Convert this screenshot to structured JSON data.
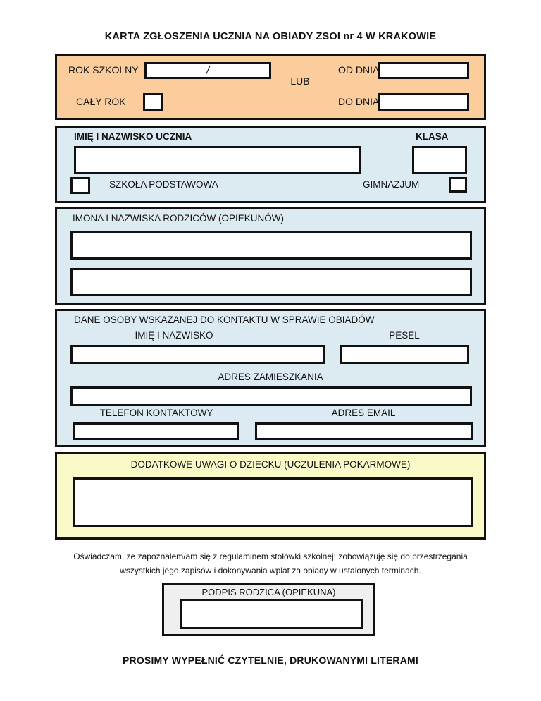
{
  "page": {
    "title": "KARTA ZGŁOSZENIA UCZNIA NA OBIADY ZSOI nr 4 W KRAKOWIE",
    "declaration": "Oświadczam, ze zapoznałem/am się z regulaminem stołówki szkolnej; zobowiązuję się do przestrzegania wszystkich jego zapisów i dokonywania wpłat za obiady w ustalonych terminach.",
    "footer": "PROSIMY WYPEŁNIĆ CZYTELNIE, DRUKOWANYMI LITERAMI"
  },
  "colors": {
    "period_bg": "#fbcd9d",
    "student_bg": "#dcebf2",
    "notes_bg": "#fafac8",
    "signature_bg": "#efefef",
    "border": "#111111"
  },
  "period": {
    "school_year_label": "ROK SZKOLNY",
    "school_year_value": "/",
    "or_label": "LUB",
    "full_year_label": "CAŁY ROK",
    "from_label": "OD DNIA:",
    "to_label": "DO DNIA:"
  },
  "student": {
    "header": "IMIĘ I NAZWISKO UCZNIA",
    "class_header": "KLASA",
    "primary_school_label": "SZKOŁA PODSTAWOWA",
    "middle_school_label": "GIMNAZJUM"
  },
  "parents": {
    "header": "IMONA I NAZWISKA RODZICÓW (OPIEKUNÓW)"
  },
  "contact": {
    "header": "DANE OSOBY WSKAZANEJ DO KONTAKTU W SPRAWIE OBIADÓW",
    "name_label": "IMIĘ I NAZWISKO",
    "pesel_label": "PESEL",
    "address_label": "ADRES ZAMIESZKANIA",
    "phone_label": "TELEFON KONTAKTOWY",
    "email_label": "ADRES EMAIL"
  },
  "notes": {
    "header": "DODATKOWE UWAGI O DZIECKU (UCZULENIA POKARMOWE)"
  },
  "signature": {
    "header": "PODPIS RODZICA (OPIEKUNA)"
  }
}
